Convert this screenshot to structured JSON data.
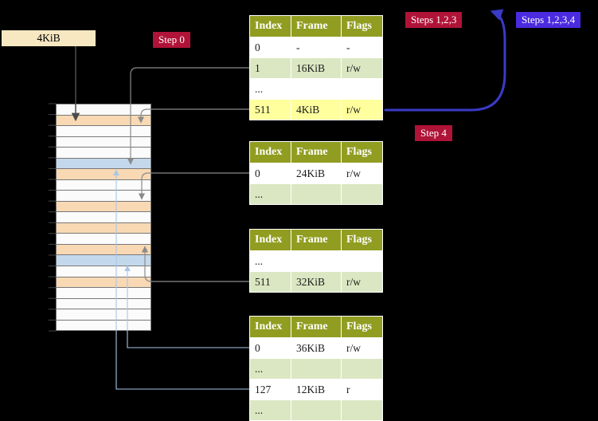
{
  "frame_box": {
    "label": "4KiB"
  },
  "badges": {
    "step0": "Step 0",
    "steps123": "Steps 1,2,3",
    "steps1234": "Steps 1,2,3,4",
    "step4": "Step 4"
  },
  "tables": [
    {
      "headers": [
        "Index",
        "Frame",
        "Flags"
      ],
      "rows": [
        {
          "bg": "white",
          "cells": [
            "0",
            "-",
            "-"
          ]
        },
        {
          "bg": "green",
          "cells": [
            "1",
            "16KiB",
            "r/w"
          ]
        },
        {
          "bg": "white",
          "cells": [
            "...",
            "",
            ""
          ]
        },
        {
          "bg": "yellow",
          "cells": [
            "511",
            "4KiB",
            "r/w"
          ]
        }
      ]
    },
    {
      "headers": [
        "Index",
        "Frame",
        "Flags"
      ],
      "rows": [
        {
          "bg": "white",
          "cells": [
            "0",
            "24KiB",
            "r/w"
          ]
        },
        {
          "bg": "green",
          "cells": [
            "...",
            "",
            ""
          ]
        }
      ]
    },
    {
      "headers": [
        "Index",
        "Frame",
        "Flags"
      ],
      "rows": [
        {
          "bg": "white",
          "cells": [
            "...",
            "",
            ""
          ]
        },
        {
          "bg": "green",
          "cells": [
            "511",
            "32KiB",
            "r/w"
          ]
        }
      ]
    },
    {
      "headers": [
        "Index",
        "Frame",
        "Flags"
      ],
      "rows": [
        {
          "bg": "white",
          "cells": [
            "0",
            "36KiB",
            "r/w"
          ]
        },
        {
          "bg": "green",
          "cells": [
            "...",
            "",
            ""
          ]
        },
        {
          "bg": "white",
          "cells": [
            "127",
            "12KiB",
            "r"
          ]
        },
        {
          "bg": "green",
          "cells": [
            "...",
            "",
            ""
          ]
        }
      ]
    }
  ],
  "memory": {
    "rows": [
      {
        "c": "white"
      },
      {
        "c": "peach"
      },
      {
        "c": "white"
      },
      {
        "c": "white"
      },
      {
        "c": "white"
      },
      {
        "c": "blue"
      },
      {
        "c": "peach"
      },
      {
        "c": "white"
      },
      {
        "c": "white"
      },
      {
        "c": "peach"
      },
      {
        "c": "white"
      },
      {
        "c": "peach"
      },
      {
        "c": "white"
      },
      {
        "c": "peach"
      },
      {
        "c": "blue"
      },
      {
        "c": "white"
      },
      {
        "c": "peach"
      },
      {
        "c": "white"
      },
      {
        "c": "white"
      },
      {
        "c": "white"
      },
      {
        "c": "white"
      }
    ]
  },
  "colors": {
    "table_header_bg": "#909d21",
    "table_row_green": "#dbe7c2",
    "highlight_yellow": "#ffff9e",
    "badge_crimson": "#b01338",
    "badge_purple": "#4b2be0",
    "memory_peach": "#f8d9b4",
    "memory_blue": "#c4d8ec",
    "frame_box_bg": "#f7e8c2",
    "arrow_gray": "#8a8a8a",
    "arrow_light_blue": "#a9c6e8",
    "arrow_blue": "#3a3ac8"
  }
}
